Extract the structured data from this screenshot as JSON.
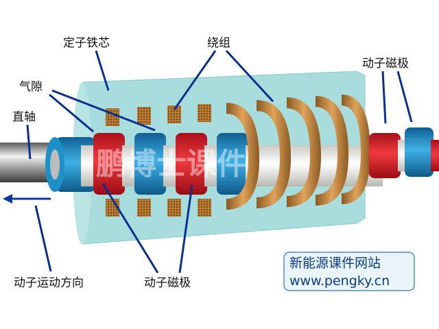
{
  "labels": {
    "stator_core": "定子铁芯",
    "winding": "绕组",
    "air_gap": "气隙",
    "straight_shaft": "直轴",
    "mover_magnet_right": "动子磁极",
    "mover_magnet_bottom": "动子磁极",
    "mover_direction": "动子运动方向"
  },
  "watermark": "鹏博士课件",
  "website": {
    "title": "新能源课件网站",
    "url": "www.pengky.cn"
  },
  "colors": {
    "stator": "#a9dcdc",
    "winding": "#c8863f",
    "magnet_red": "#e0202a",
    "magnet_blue": "#1e90c8",
    "spacer": "#f2f2ee",
    "leader_line": "#0a2f8f"
  }
}
